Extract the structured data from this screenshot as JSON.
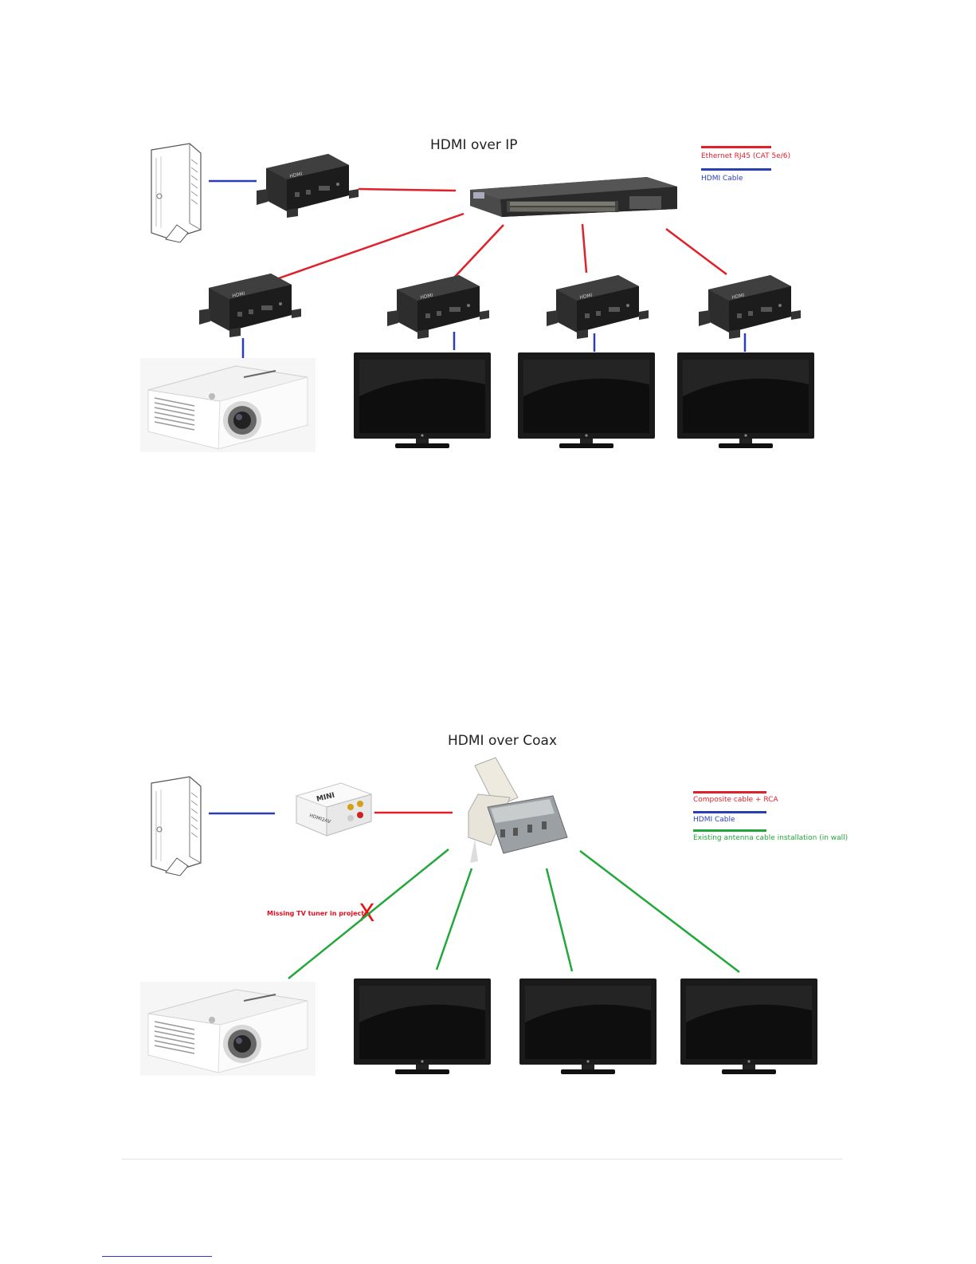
{
  "section1": {
    "title": "HDMI over IP",
    "legend": [
      {
        "label": "Ethernet RJ45 (CAT 5e/6)",
        "color": "#e0202a"
      },
      {
        "label": "HDMI Cable",
        "color": "#2b3fb5"
      }
    ]
  },
  "section2": {
    "title": "HDMI over Coax",
    "legend": [
      {
        "label": "Composite cable + RCA",
        "color": "#e0202a"
      },
      {
        "label": "HDMI Cable",
        "color": "#2b3fb5"
      },
      {
        "label": "Existing antenna cable installation (in wall)",
        "color": "#22a83a"
      }
    ],
    "note": "Missing TV tuner in projector",
    "x_mark": "X",
    "converter_labels": {
      "top": "MINI",
      "side": "HDMI2AV"
    }
  },
  "colors": {
    "red": "#e0202a",
    "blue": "#2b3fb5",
    "green": "#22a83a"
  },
  "icons": [
    "set-top-box-icon",
    "hdmi-extender-icon",
    "network-switch-icon",
    "projector-icon",
    "tv-icon",
    "hdmi2av-converter-icon",
    "antenna-splitter-icon"
  ]
}
